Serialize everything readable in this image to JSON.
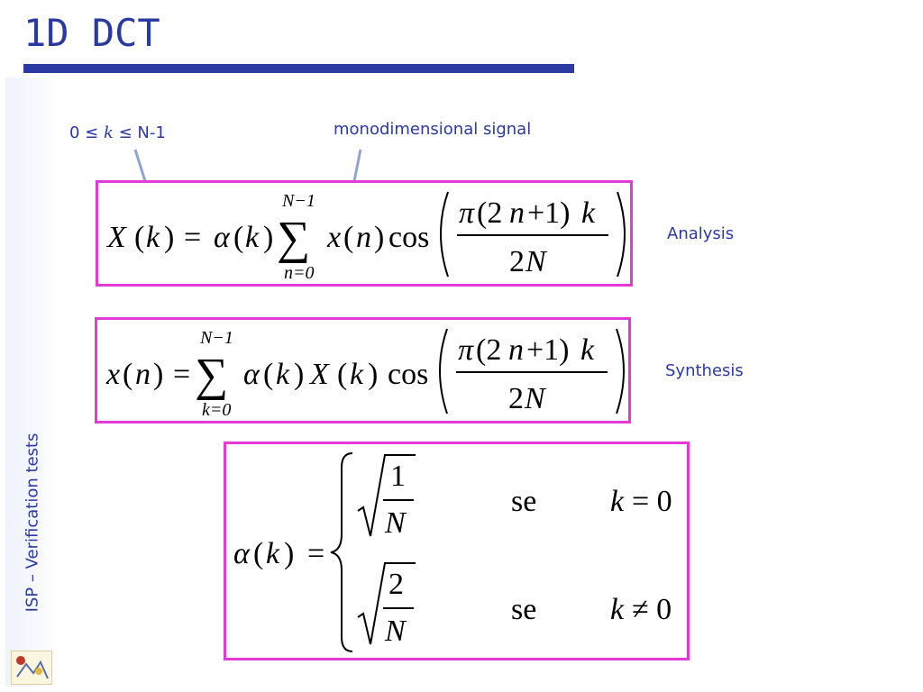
{
  "slide": {
    "title": "1D DCT",
    "sidebar_label": "ISP – Verification tests"
  },
  "annotations": {
    "k_range_start": "0 ≤ ",
    "k_symbol": "k",
    "k_range_end": " ≤ N-1",
    "signal_note": "monodimensional signal"
  },
  "labels": {
    "analysis": "Analysis",
    "synthesis": "Synthesis"
  },
  "analysis_eq": {
    "X": "X",
    "lp1": "(",
    "k1": "k",
    "rp1": ")",
    "eq": "=",
    "alpha": "α",
    "lp2": "(",
    "k2": "k",
    "rp2": ")",
    "sum": "∑",
    "upper": "N−1",
    "lower": "n=0",
    "xn": "x",
    "lp3": "(",
    "n": "n",
    "rp3": ")",
    "cos": "cos",
    "num_pi": "π",
    "num_open": "(2",
    "num_n": "n",
    "num_plus": "+1)",
    "num_k": "k",
    "den": "2",
    "den_N": "N"
  },
  "synthesis_eq": {
    "x": "x",
    "lp1": "(",
    "n": "n",
    "rp1": ")",
    "eq": "=",
    "sum": "∑",
    "upper": "N−1",
    "lower": "k=0",
    "alpha": "α",
    "lp2": "(",
    "k1": "k",
    "rp2": ")",
    "X": "X",
    "lp3": "(",
    "k2": "k",
    "rp3": ")",
    "cos": "cos",
    "num_pi": "π",
    "num_open": "(2",
    "num_n": "n",
    "num_plus": "+1)",
    "num_k": "k",
    "den": "2",
    "den_N": "N"
  },
  "alpha_eq": {
    "alpha": "α",
    "lp": "(",
    "k": "k",
    "rp": ")",
    "eq": "=",
    "case1_num": "1",
    "case1_den": "N",
    "case1_word": "se",
    "case1_k": "k",
    "case1_cond": "= 0",
    "case2_num": "2",
    "case2_den": "N",
    "case2_word": "se",
    "case2_k": "k",
    "case2_cond": "≠ 0"
  },
  "colors": {
    "accent": "#2b39a3",
    "box_border": "#e23ad6",
    "arrow": "#8ea6cf"
  }
}
